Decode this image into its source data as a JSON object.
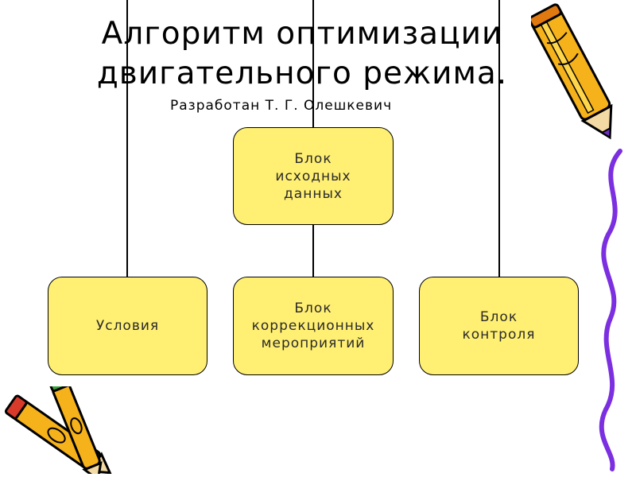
{
  "title": {
    "line1": "Алгоритм оптимизации",
    "line2": "двигательного режима."
  },
  "subtitle": "Разработан Т. Г. Олешкевич",
  "boxes": {
    "top": [
      "Блок",
      "исходных",
      "данных"
    ],
    "left": [
      "Условия"
    ],
    "middle": [
      "Блок",
      "коррекционных",
      "мероприятий"
    ],
    "right": [
      "Блок",
      "контроля"
    ]
  },
  "colors": {
    "box_fill": "#ffef73",
    "connector": "#000000",
    "pencil_body": "#f6b21a",
    "decoration_accent": "#7b2fe0"
  },
  "decorations": [
    "pencil-icon",
    "crayons-icon",
    "squiggle-line"
  ]
}
